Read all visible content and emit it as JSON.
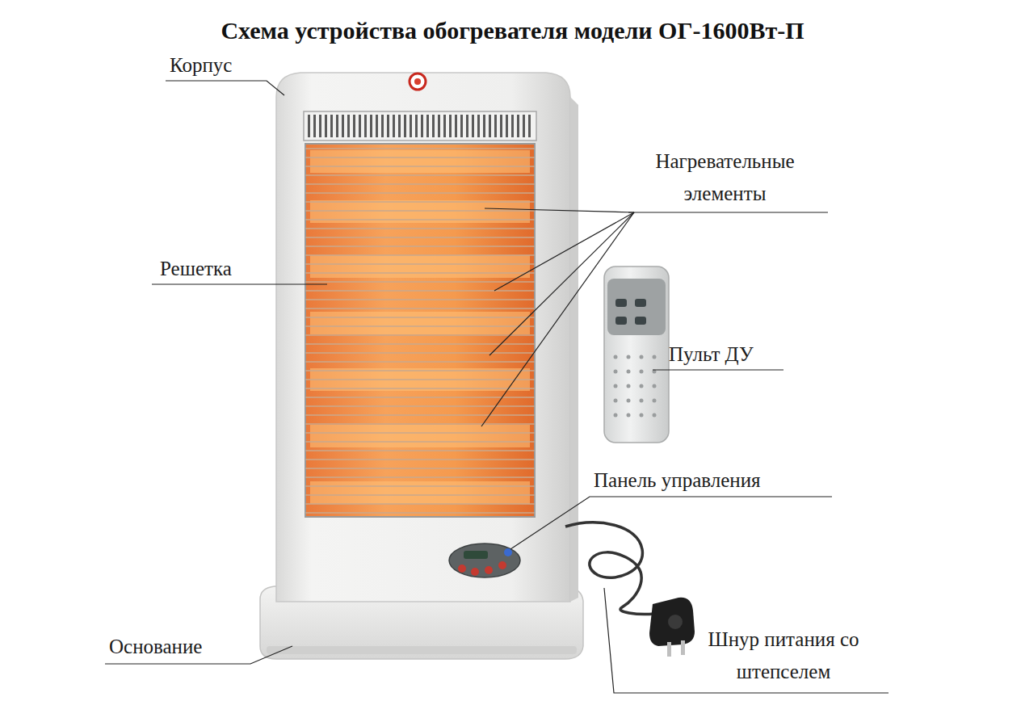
{
  "diagram": {
    "title": "Схема устройства обогревателя модели ОГ-1600Вт-П",
    "labels": [
      "Корпус",
      "Нагревательные элементы",
      "Решетка",
      "Пульт ДУ",
      "Панель управления",
      "Основание",
      "Шнур питания со штепселем"
    ]
  }
}
